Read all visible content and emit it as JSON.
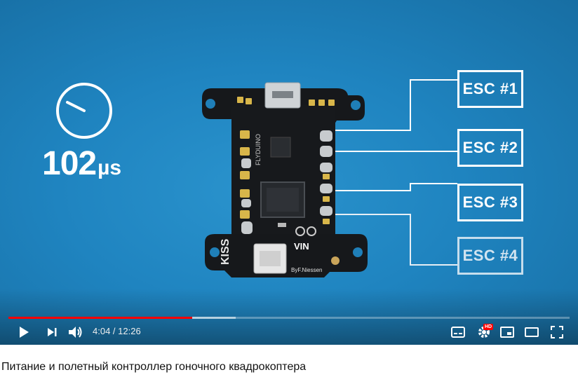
{
  "video": {
    "overlay": {
      "timer_value": "102",
      "timer_unit": "µs",
      "esc_labels": [
        "ESC #1",
        "ESC #2",
        "ESC #3",
        "ESC #4"
      ]
    },
    "board": {
      "silkscreen_brand": "KISS",
      "silkscreen_model": "FLYDUINO",
      "vin_label": "VIN",
      "author_label": "ByF.Niessen"
    }
  },
  "controls": {
    "current_time": "4:04",
    "duration": "12:26",
    "time_separator": " / ",
    "played_fraction": 0.327,
    "buffered_fraction": 0.405,
    "hd_badge": "HD",
    "icons": [
      "play-icon",
      "next-icon",
      "volume-icon",
      "subtitles-icon",
      "settings-icon",
      "miniplayer-icon",
      "theater-icon",
      "fullscreen-icon"
    ]
  },
  "caption": {
    "title": "Питание и полетный контроллер гоночного квадрокоптера"
  },
  "colors": {
    "background": "#1f7fb8",
    "progress": "#ff0000"
  }
}
